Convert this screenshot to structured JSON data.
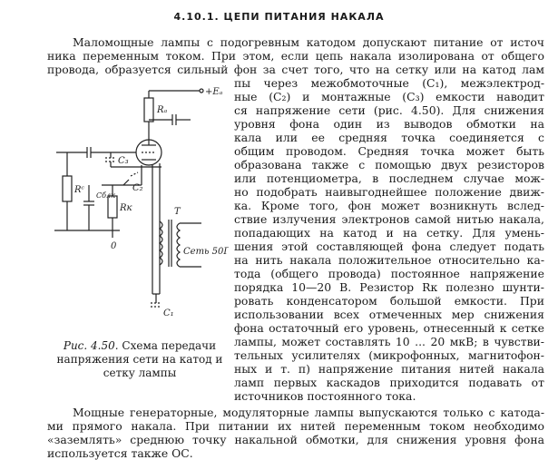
{
  "heading": "4.10.1. ЦЕПИ ПИТАНИЯ НАКАЛА",
  "paragraph_lines": [
    "Маломощные лампы с подогревным катодом допускают питание от источ",
    "ника переменным током. При этом, если цепь накала изолирована от общего",
    "провода, образуется сильный фон за счет того, что на сетку или на катод лам",
    "пы через межобмоточные (C₁), межэлектрод-",
    "ные (C₂) и монтажные (C₃) емкости наводит",
    "ся напряжение сети (рис. 4.50). Для снижения",
    "уровня фона один из выводов обмотки на",
    "кала или ее средняя точка соединяется с",
    "общим проводом. Средняя точка может быть",
    "образована также с помощью двух резисторов",
    "или потенциометра, в последнем случае мож-",
    "но подобрать наивыгоднейшее положение движ-",
    "ка. Кроме того, фон может возникнуть вслед-",
    "ствие излучения электронов самой нитью накала,",
    "попадающих на катод и на сетку. Для умень-",
    "шения этой составляющей фона следует подать",
    "на нить накала положительное относительно ка-",
    "тода (общего провода) постоянное напряжение",
    "порядка 10—20 В. Резистор Rк полезно шунти-",
    "ровать конденсатором большой емкости. При",
    "использовании всех отмеченных мер снижения",
    "фона остаточный его уровень, отнесенный к сетке",
    "лампы, может составлять 10 ... 20 мкВ; в чувстви-",
    "тельных усилителях (микрофонных, магнитофон-",
    "ных и т. п) напряжение питания нитей накала",
    "ламп первых каскадов приходится подавать от",
    "источников постоянного тока."
  ],
  "second_paragraph_lines": [
    "Мощные генераторные, модуляторные лампы выпускаются только с катода-",
    "ми прямого накала. При питании их нитей переменным током необходимо",
    "«заземлять» среднюю точку накальной обмотки, для снижения уровня фона",
    "используется также ОС."
  ],
  "caption": {
    "label": "Рис. 4.50.",
    "text": "Схема передачи напряжения сети на катод и сетку лампы"
  },
  "figure_labels": {
    "supply": "+Eₐ",
    "ra": "Rₐ",
    "c3": "C₃",
    "c2": "C₂",
    "rc": "Rᶜ",
    "cblk": "Cблк",
    "rk": "Rк",
    "zero": "0",
    "transformer": "T",
    "network": "Сеть 50Гц",
    "c1": "C₁"
  }
}
